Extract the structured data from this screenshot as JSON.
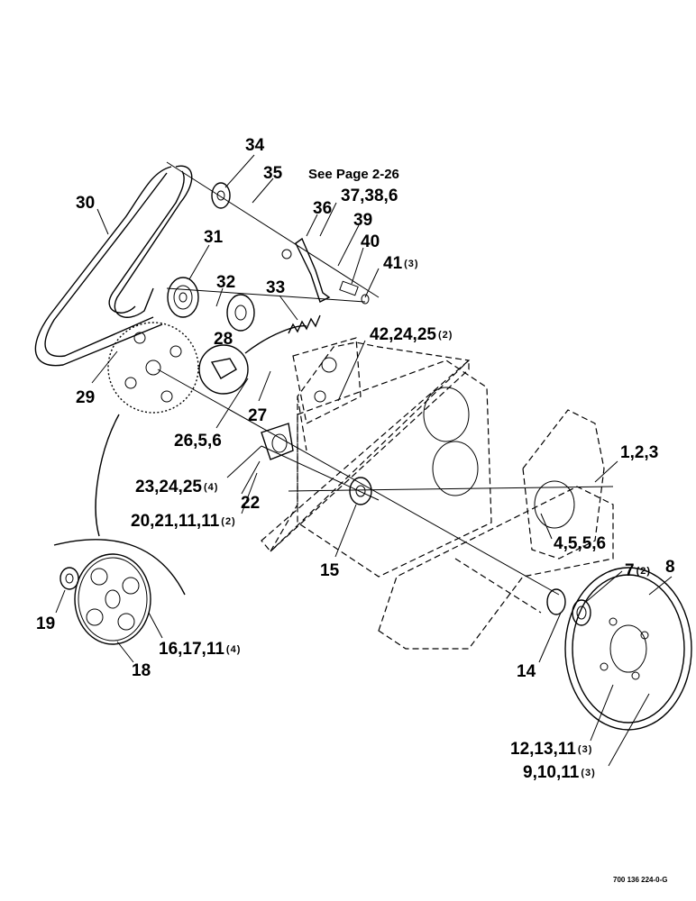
{
  "diagram": {
    "note": "See Page 2-26",
    "document_number": "700 136 224-0-G"
  },
  "callouts": [
    {
      "id": "34",
      "text": "34",
      "qty": ""
    },
    {
      "id": "35",
      "text": "35",
      "qty": ""
    },
    {
      "id": "30",
      "text": "30",
      "qty": ""
    },
    {
      "id": "37",
      "text": "37,38,6",
      "qty": ""
    },
    {
      "id": "36",
      "text": "36",
      "qty": ""
    },
    {
      "id": "39",
      "text": "39",
      "qty": ""
    },
    {
      "id": "31",
      "text": "31",
      "qty": ""
    },
    {
      "id": "40",
      "text": "40",
      "qty": ""
    },
    {
      "id": "41",
      "text": "41",
      "qty": "(3)"
    },
    {
      "id": "32",
      "text": "32",
      "qty": ""
    },
    {
      "id": "33",
      "text": "33",
      "qty": ""
    },
    {
      "id": "42",
      "text": "42,24,25",
      "qty": "(2)"
    },
    {
      "id": "28",
      "text": "28",
      "qty": ""
    },
    {
      "id": "29",
      "text": "29",
      "qty": ""
    },
    {
      "id": "27",
      "text": "27",
      "qty": ""
    },
    {
      "id": "26",
      "text": "26,5,6",
      "qty": ""
    },
    {
      "id": "1",
      "text": "1,2,3",
      "qty": ""
    },
    {
      "id": "23",
      "text": "23,24,25",
      "qty": "(4)"
    },
    {
      "id": "22",
      "text": "22",
      "qty": ""
    },
    {
      "id": "20",
      "text": "20,21,11,11",
      "qty": "(2)"
    },
    {
      "id": "4",
      "text": "4,5,5,6",
      "qty": ""
    },
    {
      "id": "15",
      "text": "15",
      "qty": ""
    },
    {
      "id": "7",
      "text": "7",
      "qty": "(2)"
    },
    {
      "id": "8",
      "text": "8",
      "qty": ""
    },
    {
      "id": "19",
      "text": "19",
      "qty": ""
    },
    {
      "id": "16",
      "text": "16,17,11",
      "qty": "(4)"
    },
    {
      "id": "18",
      "text": "18",
      "qty": ""
    },
    {
      "id": "14",
      "text": "14",
      "qty": ""
    },
    {
      "id": "12",
      "text": "12,13,11",
      "qty": "(3)"
    },
    {
      "id": "9",
      "text": "9,10,11",
      "qty": "(3)"
    }
  ]
}
